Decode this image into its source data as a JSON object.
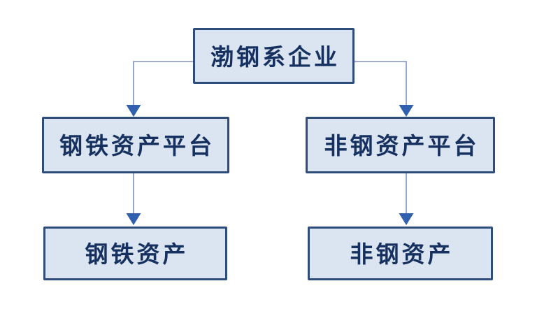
{
  "diagram": {
    "type": "org-flowchart",
    "nodes": {
      "root": {
        "label": "渤钢系企业"
      },
      "steel_platform": {
        "label": "钢铁资产平台"
      },
      "nonsteel_platform": {
        "label": "非钢资产平台"
      },
      "steel_assets": {
        "label": "钢铁资产"
      },
      "nonsteel_assets": {
        "label": "非钢资产"
      }
    },
    "edges": [
      {
        "from": "root",
        "to": "steel_platform"
      },
      {
        "from": "root",
        "to": "nonsteel_platform"
      },
      {
        "from": "steel_platform",
        "to": "steel_assets"
      },
      {
        "from": "nonsteel_platform",
        "to": "nonsteel_assets"
      }
    ],
    "colors": {
      "background": "#ffffff",
      "box_fill": "#dbe5f1",
      "box_border": "#2e4d7b",
      "text": "#16315f",
      "line": "#7d93c4",
      "arrow": "#3060ae"
    }
  }
}
